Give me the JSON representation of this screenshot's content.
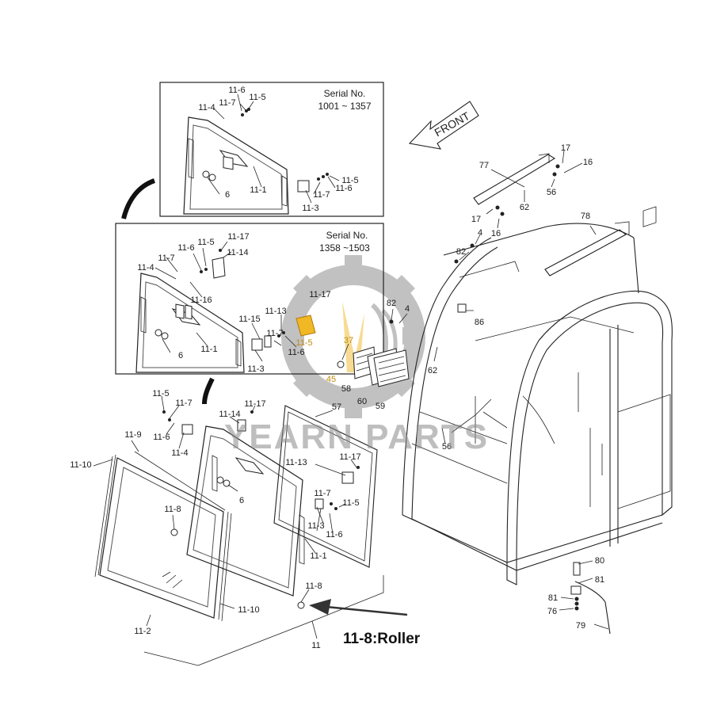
{
  "insets": {
    "top": {
      "serial_title": "Serial No.",
      "serial_range": "1001 ~ 1357"
    },
    "middle": {
      "serial_title": "Serial No.",
      "serial_range": "1358 ~1503"
    }
  },
  "front_label": "FRONT",
  "caption": "11-8:Roller",
  "watermark": "YEARN PARTS",
  "labels": {
    "t1": "11-6",
    "t2": "11-5",
    "t3": "11-7",
    "t4": "11-4",
    "t5": "6",
    "t6": "11-1",
    "t7": "11-5",
    "t8": "11-7",
    "t9": "11-6",
    "t10": "11-3",
    "m1": "11-17",
    "m2": "11-5",
    "m3": "11-14",
    "m4": "11-6",
    "m5": "11-7",
    "m6": "11-4",
    "m7": "11-16",
    "m8": "11-17",
    "m9": "11-13",
    "m10": "11-15",
    "m11": "11-5",
    "m12": "11-7",
    "m13": "11-6",
    "m14": "6",
    "m15": "11-1",
    "m16": "11-3",
    "b1": "11-5",
    "b2": "11-7",
    "b3": "11-17",
    "b4": "11-14",
    "b5": "57",
    "b6": "11-9",
    "b7": "11-6",
    "b8": "11-4",
    "b9": "11-10",
    "b10": "6",
    "b11": "11-13",
    "b12": "11-17",
    "b13": "11-8",
    "b14": "11-7",
    "b15": "11-5",
    "b16": "11-3",
    "b17": "11-6",
    "b18": "11-1",
    "b19": "11-8",
    "b20": "11-10",
    "b21": "11-2",
    "b22": "11",
    "c1": "77",
    "c2": "17",
    "c3": "16",
    "c4": "56",
    "c5": "62",
    "c6": "17",
    "c7": "16",
    "c8": "78",
    "c9": "82",
    "c10": "4",
    "c11": "82",
    "c12": "4",
    "c13": "86",
    "c14": "37",
    "c15": "62",
    "c16": "45",
    "c17": "58",
    "c18": "60",
    "c19": "59",
    "c20": "56",
    "c21": "80",
    "c22": "81",
    "c23": "81",
    "c24": "76",
    "c25": "79"
  }
}
